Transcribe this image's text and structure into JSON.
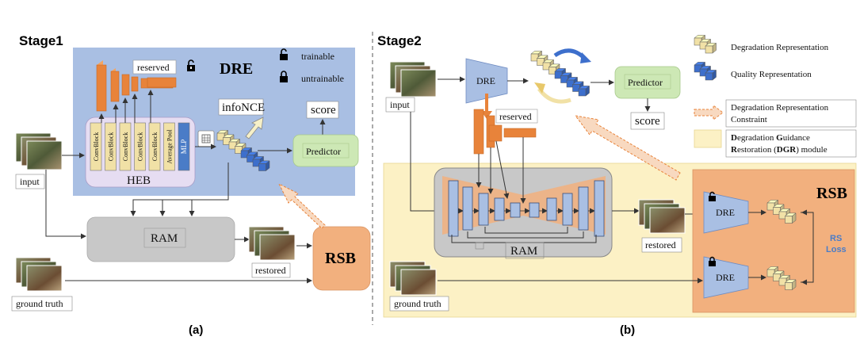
{
  "stage1": {
    "title": "Stage1",
    "dre_label": "DRE",
    "heb_label": "HEB",
    "reserved_label": "reserved",
    "infonce_label": "infoNCE",
    "score_label": "score",
    "predictor_label": "Predictor",
    "input_label": "input",
    "ram_label": "RAM",
    "restored_label": "restored",
    "rsb_label": "RSB",
    "ground_truth_label": "ground truth",
    "caption": "(a)",
    "heb_blocks": [
      "ConvBlock",
      "ConvBlock",
      "ConvBlock",
      "ConvBlock",
      "ConvBlock",
      "Average Pool",
      "MLP"
    ]
  },
  "lock_legend": {
    "trainable": "trainable",
    "untrainable": "untrainable"
  },
  "stage2": {
    "title": "Stage2",
    "dre_label": "DRE",
    "input_label": "input",
    "reserved_label": "reserved",
    "predictor_label": "Predictor",
    "score_label": "score",
    "ram_label": "RAM",
    "restored_label": "restored",
    "rsb_label": "RSB",
    "dre_top_label": "DRE",
    "dre_bottom_label": "DRE",
    "rs_loss_line1": "RS",
    "rs_loss_line2": "Loss",
    "ground_truth_label": "ground truth",
    "caption": "(b)"
  },
  "legend": {
    "degradation_representation": "Degradation Representation",
    "quality_representation": "Quality Representation",
    "constraint_line1": "Degradation Representation",
    "constraint_line2": "Constraint",
    "dgr": [
      [
        {
          "t": "D",
          "b": true
        },
        {
          "t": "egradation ",
          "b": false
        },
        {
          "t": "G",
          "b": true
        },
        {
          "t": "uidance",
          "b": false
        }
      ],
      [
        {
          "t": "R",
          "b": true
        },
        {
          "t": "estoration (",
          "b": false
        },
        {
          "t": "DGR",
          "b": true
        },
        {
          "t": ") module",
          "b": false
        }
      ]
    ]
  },
  "colors": {
    "dre_bg": "#a9bfe3",
    "heb_bg": "#e6ddf2",
    "orange": "#e8833a",
    "degradation_cube": "#f1e1a6",
    "quality_cube": "#3d6fcc",
    "predictor_bg": "#cde8b5",
    "ram_bg": "#c8c8c8",
    "rsb_bg": "#f2b07e",
    "dgr_bg": "#fcf1c5",
    "mlp_block": "#4a7cc7"
  },
  "icons": [
    "lock-open-icon",
    "lock-closed-icon",
    "attention-grid-icon",
    "cycle-arrow-icon"
  ]
}
